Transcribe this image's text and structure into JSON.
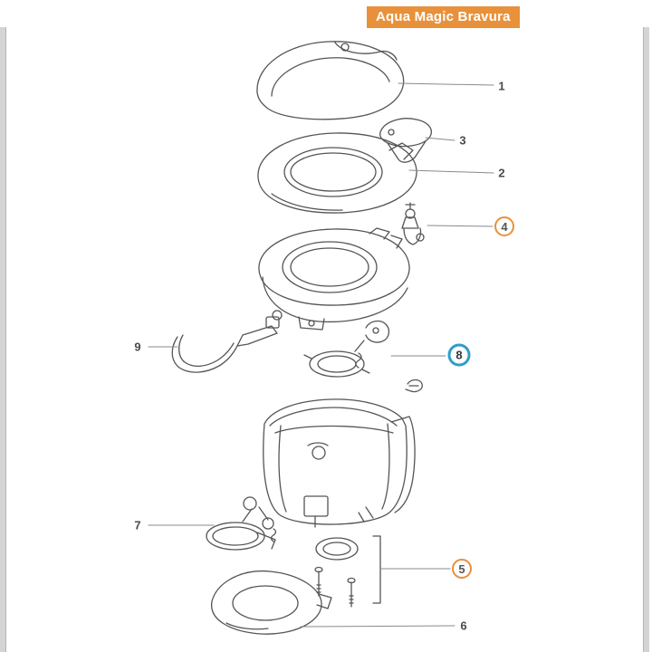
{
  "header": {
    "title": "Aqua Magic Bravura"
  },
  "colors": {
    "banner_background": "#e8913a",
    "accent_orange": "#e8913a",
    "accent_blue": "#2f9ec9",
    "line_art": "#555555",
    "side_border": "#d4d4d4"
  },
  "callouts": [
    {
      "label": "1",
      "style": "plain"
    },
    {
      "label": "2",
      "style": "plain"
    },
    {
      "label": "3",
      "style": "plain"
    },
    {
      "label": "4",
      "style": "orange-circle"
    },
    {
      "label": "5",
      "style": "orange-circle"
    },
    {
      "label": "6",
      "style": "plain"
    },
    {
      "label": "7",
      "style": "plain"
    },
    {
      "label": "8",
      "style": "blue-circle"
    },
    {
      "label": "9",
      "style": "plain"
    }
  ]
}
